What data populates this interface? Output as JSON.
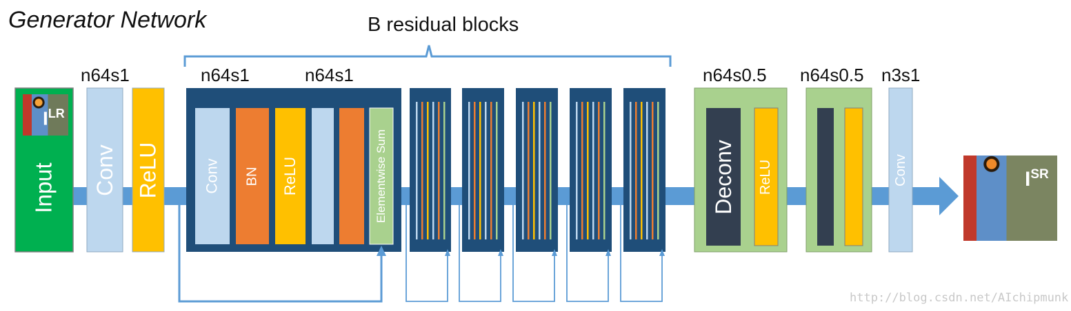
{
  "title": "Generator Network",
  "brace_label": "B residual blocks",
  "layer_labels": {
    "conv1": "n64s1",
    "res_conv1": "n64s1",
    "res_conv2": "n64s1",
    "deconv1": "n64s0.5",
    "deconv2": "n64s0.5",
    "conv_out": "n3s1"
  },
  "blocks": {
    "input": "Input",
    "input_image_label": "I",
    "input_image_sup": "LR",
    "conv": "Conv",
    "relu": "ReLU",
    "res_conv": "Conv",
    "res_bn": "BN",
    "res_relu": "ReLU",
    "elementwise_sum": "Elementwise Sum",
    "deconv": "Deconv",
    "deconv_relu": "ReLU",
    "conv_final": "Conv",
    "output_image_label": "I",
    "output_image_sup": "SR"
  },
  "watermark": "http://blog.csdn.net/AIchipmunk",
  "colors": {
    "arrow": "#5b9bd5",
    "input_green": "#00b050",
    "conv_light_blue": "#bdd7ee",
    "relu_yellow": "#ffc000",
    "bn_orange": "#ed7d31",
    "res_block_navy": "#1f4e79",
    "sum_green": "#a9d18e",
    "deconv_dark": "#333f50"
  }
}
